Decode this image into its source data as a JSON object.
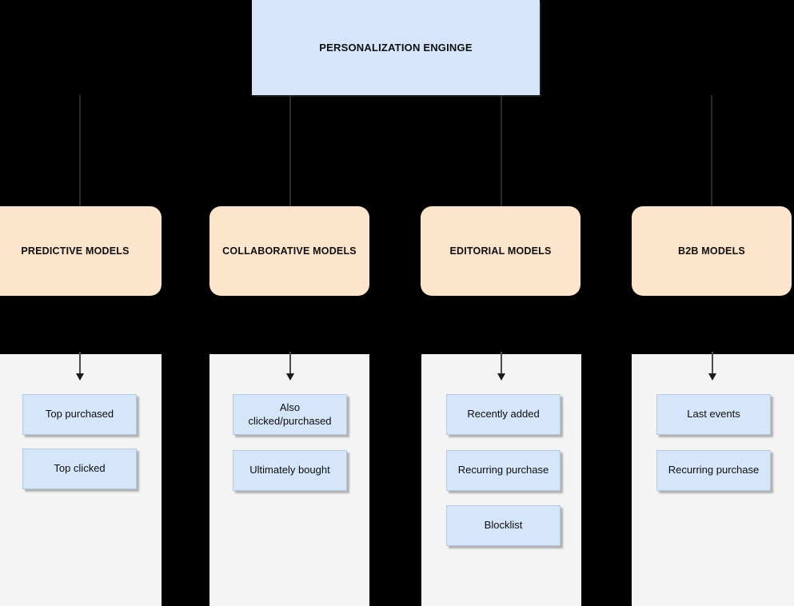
{
  "diagram": {
    "background_color": "#000000",
    "engine": {
      "label": "PERSONALIZATION ENGINGE",
      "fill_color": "#d7e5fa"
    },
    "model_fill_color": "#fde4cc",
    "panel_fill_color": "#f4f4f4",
    "item_fill_color": "#d6e6fa",
    "columns": [
      {
        "model_label": "PREDICTIVE MODELS",
        "items": [
          {
            "label": "Top purchased",
            "lines": 1
          },
          {
            "label": "Top clicked",
            "lines": 1
          }
        ]
      },
      {
        "model_label": "COLLABORATIVE MODELS",
        "items": [
          {
            "label": "Also clicked/purchased",
            "lines": 2
          },
          {
            "label": "Ultimately bought",
            "lines": 1
          }
        ]
      },
      {
        "model_label": "EDITORIAL MODELS",
        "items": [
          {
            "label": "Recently added",
            "lines": 1
          },
          {
            "label": "Recurring purchase",
            "lines": 1
          },
          {
            "label": "Blocklist",
            "lines": 1
          }
        ]
      },
      {
        "model_label": "B2B MODELS",
        "items": [
          {
            "label": "Last events",
            "lines": 1
          },
          {
            "label": "Recurring purchase",
            "lines": 1
          }
        ]
      }
    ]
  }
}
